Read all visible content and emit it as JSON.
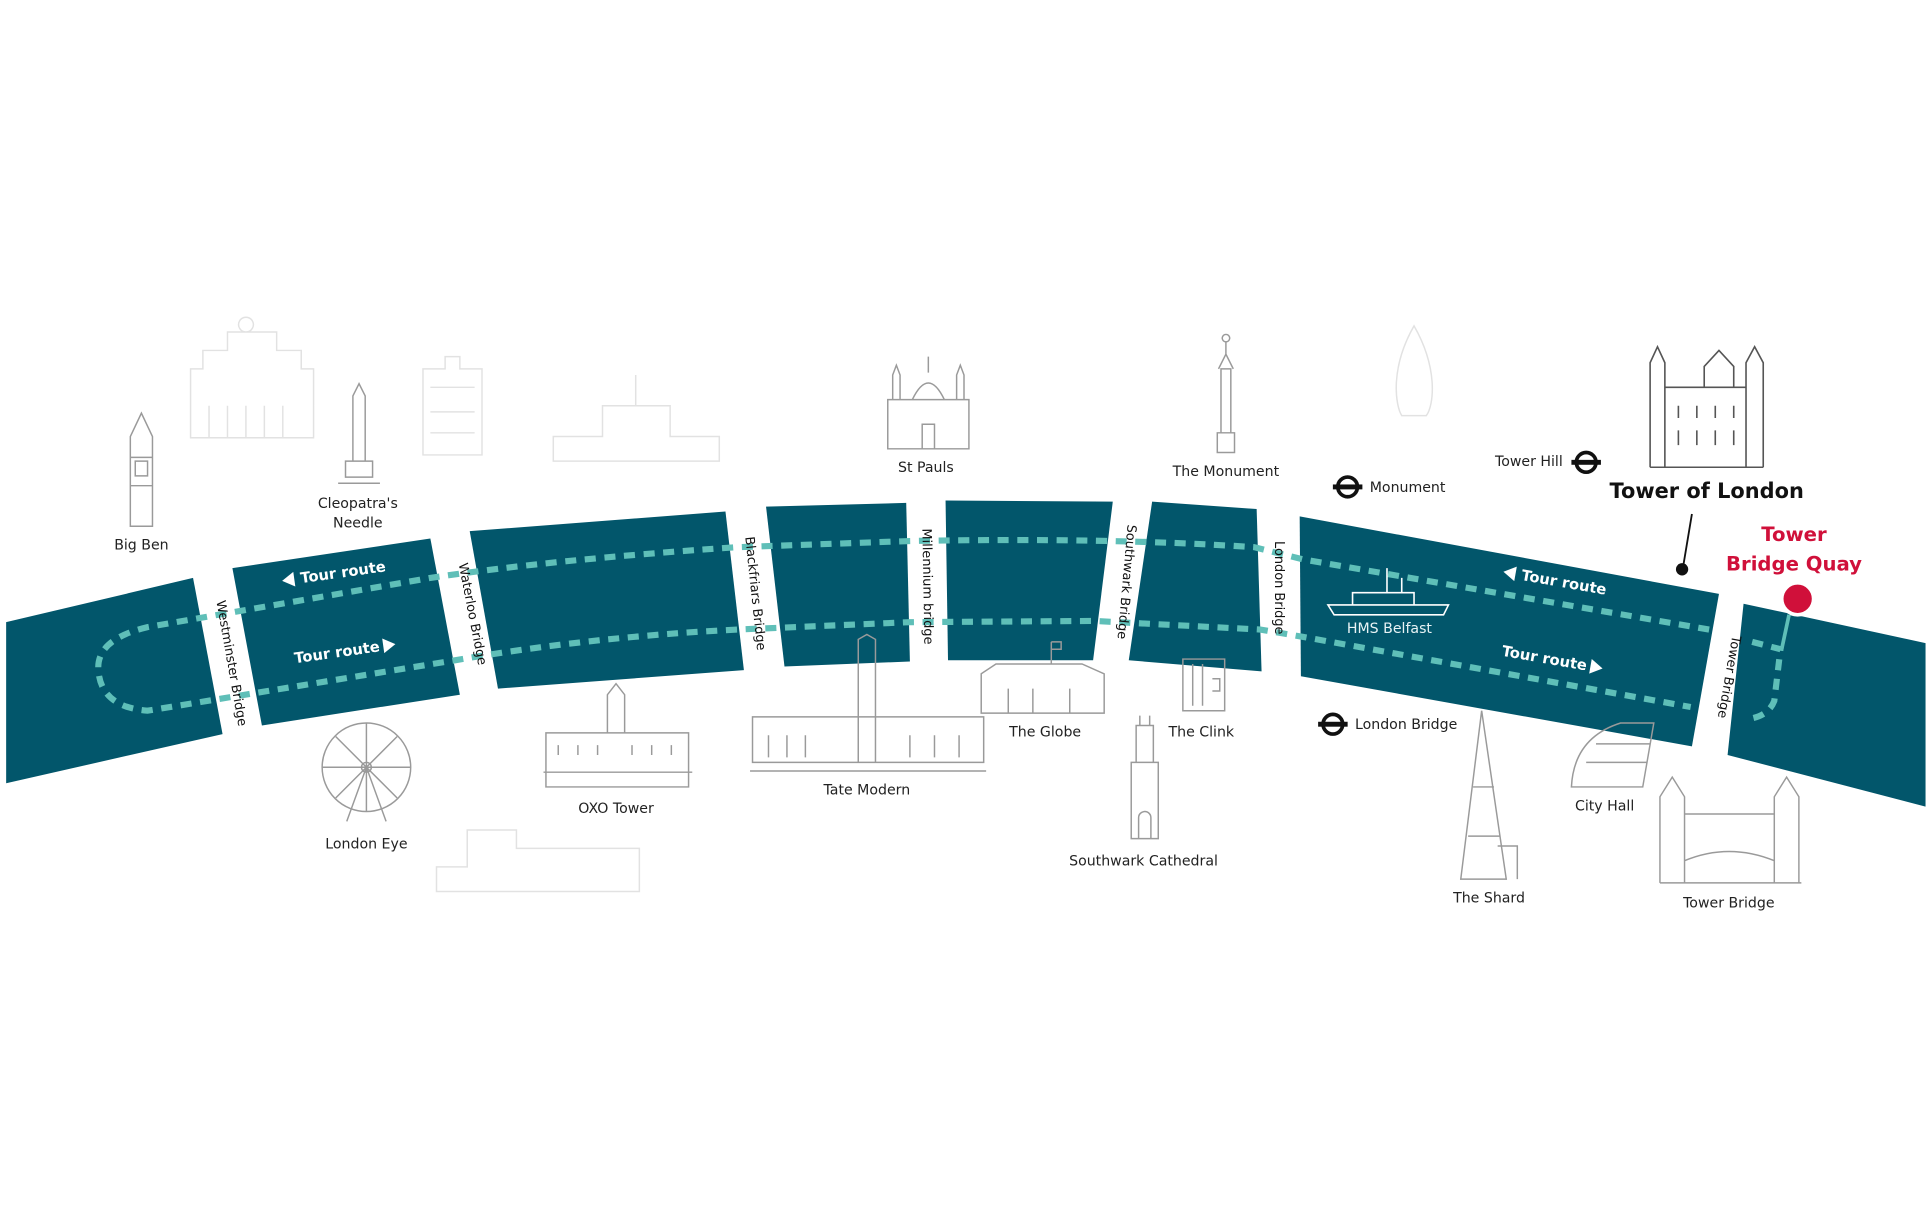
{
  "colors": {
    "river": "#02566b",
    "route": "#5fbfb8",
    "destination": "#d0103a",
    "text": "#222222"
  },
  "route_labels": {
    "upstream": "Tour route",
    "downstream": "Tour route"
  },
  "bridges": [
    "Westminster Bridge",
    "Waterloo Bridge",
    "Blackfriars Bridge",
    "Millennium bridge",
    "Southwark Bridge",
    "London Bridge",
    "Tower Bridge"
  ],
  "landmarks": {
    "big_ben": "Big Ben",
    "cleopatra_line1": "Cleopatra's",
    "cleopatra_line2": "Needle",
    "london_eye": "London Eye",
    "oxo_tower": "OXO Tower",
    "tate_modern": "Tate Modern",
    "st_pauls": "St Pauls",
    "the_globe": "The Globe",
    "the_clink": "The Clink",
    "southwark_cathedral": "Southwark Cathedral",
    "the_monument": "The Monument",
    "hms_belfast": "HMS Belfast",
    "city_hall": "City Hall",
    "the_shard": "The Shard",
    "tower_bridge": "Tower Bridge",
    "tower_of_london": "Tower of London"
  },
  "stations": {
    "monument": "Monument",
    "tower_hill": "Tower Hill",
    "london_bridge": "London Bridge"
  },
  "destination": {
    "line1": "Tower",
    "line2": "Bridge Quay"
  }
}
